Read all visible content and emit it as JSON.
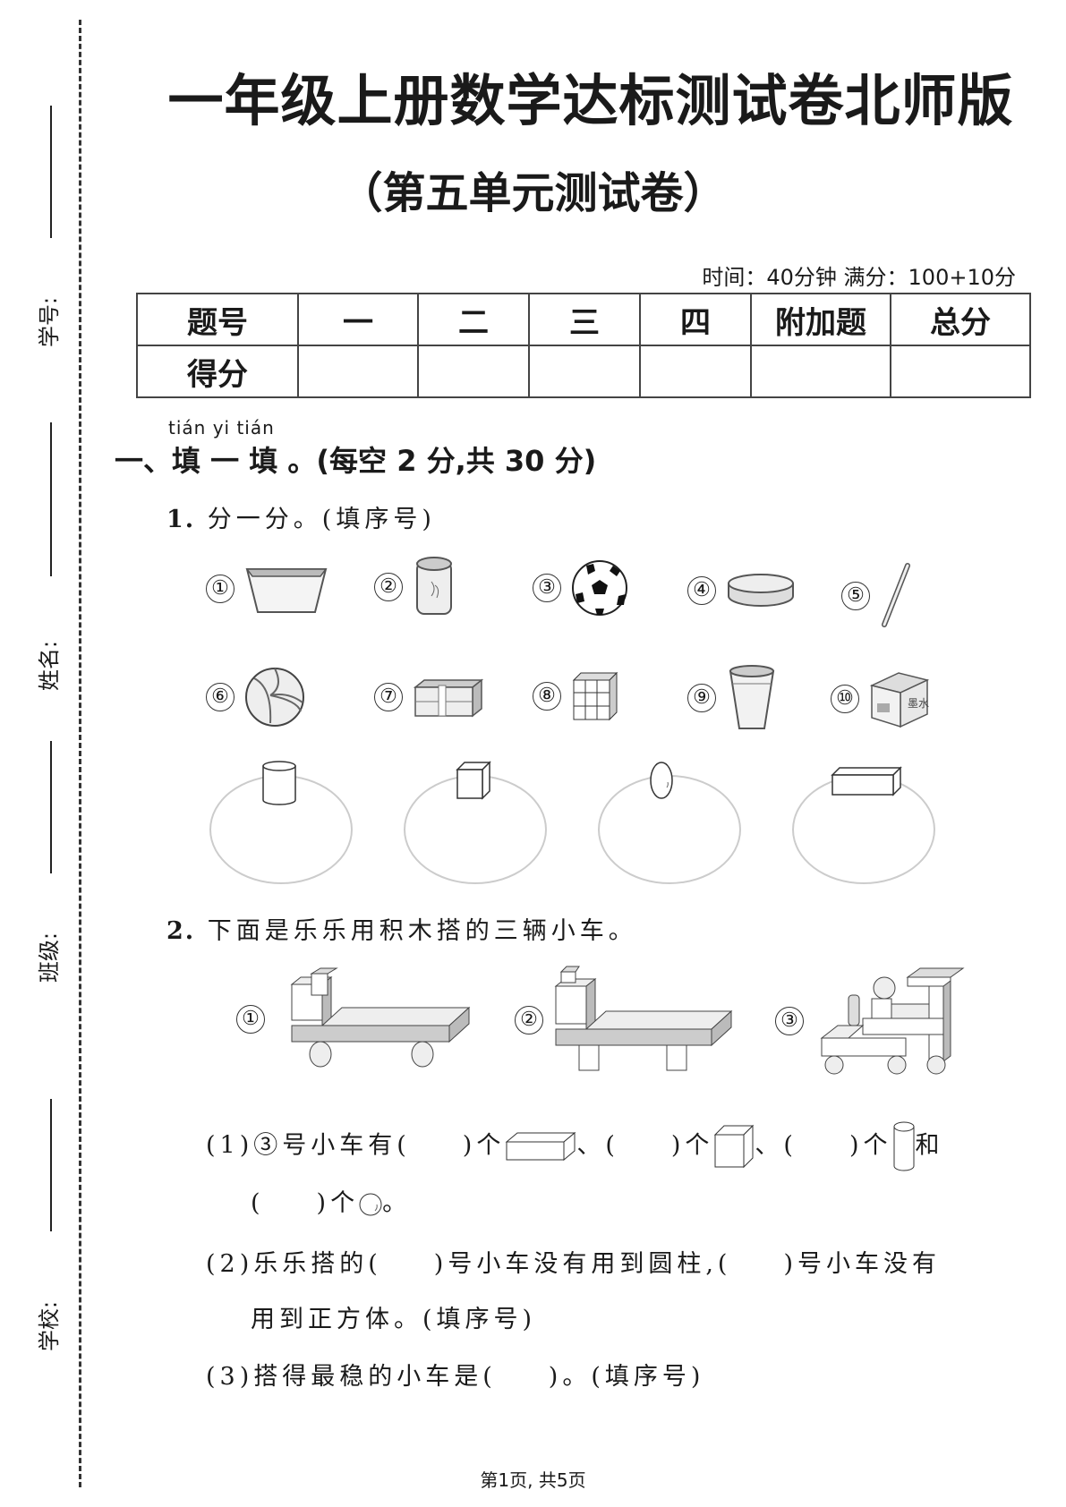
{
  "binding_margin": {
    "fields": [
      {
        "label": "学号:"
      },
      {
        "label": "姓名:"
      },
      {
        "label": "班级:"
      },
      {
        "label": "学校:"
      }
    ]
  },
  "header": {
    "title": "一年级上册数学达标测试卷北师版",
    "subtitle": "（第五单元测试卷）",
    "meta": "时间：40分钟  满分：100+10分"
  },
  "score_table": {
    "header_row": [
      "题号",
      "一",
      "二",
      "三",
      "四",
      "附加题",
      "总分"
    ],
    "score_row_label": "得分",
    "score_values": [
      "",
      "",
      "",
      "",
      "",
      ""
    ]
  },
  "section1": {
    "pinyin": "tián  yi  tián",
    "title": "一、填 一 填 。(每空 2 分,共 30 分)",
    "q1": {
      "number": "1.",
      "text": "分一分。(填序号)",
      "items": [
        {
          "num": "①",
          "icon": "trapezoid-basket-icon"
        },
        {
          "num": "②",
          "icon": "tea-can-cylinder-icon"
        },
        {
          "num": "③",
          "icon": "soccer-ball-icon"
        },
        {
          "num": "④",
          "icon": "flat-disc-cylinder-icon"
        },
        {
          "num": "⑤",
          "icon": "stick-icon"
        },
        {
          "num": "⑥",
          "icon": "volleyball-icon"
        },
        {
          "num": "⑦",
          "icon": "gift-box-cuboid-icon"
        },
        {
          "num": "⑧",
          "icon": "rubiks-cube-icon"
        },
        {
          "num": "⑨",
          "icon": "bucket-icon"
        },
        {
          "num": "⑩",
          "icon": "ink-box-icon"
        }
      ],
      "categories": [
        {
          "shape": "cylinder"
        },
        {
          "shape": "cube"
        },
        {
          "shape": "sphere"
        },
        {
          "shape": "cuboid"
        }
      ]
    },
    "q2": {
      "number": "2.",
      "text": "下面是乐乐用积木搭的三辆小车。",
      "cars": [
        {
          "num": "①"
        },
        {
          "num": "②"
        },
        {
          "num": "③"
        }
      ],
      "sub1_a": "(1)③号小车有(",
      "sub1_b": ")个",
      "sub1_c": "、(",
      "sub1_d": ")个",
      "sub1_e": "、(",
      "sub1_f": ")个",
      "sub1_g": "和",
      "sub1_h": "(",
      "sub1_i": ")个",
      "sub1_j": "。",
      "sub2_a": "(2)乐乐搭的(",
      "sub2_b": ")号小车没有用到圆柱,(",
      "sub2_c": ")号小车没有",
      "sub2_d": "用到正方体。(填序号)",
      "sub3_a": "(3)搭得最稳的小车是(",
      "sub3_b": ")。(填序号)"
    }
  },
  "footer": {
    "page": "第1页, 共5页"
  }
}
